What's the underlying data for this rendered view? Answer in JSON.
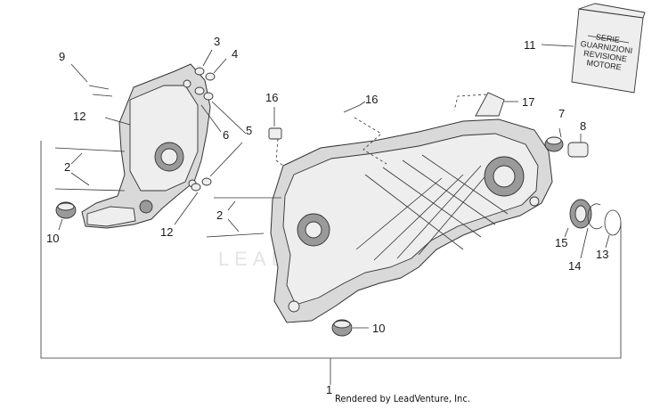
{
  "diagram": {
    "callouts": {
      "c1": "1",
      "c2a": "2",
      "c2b": "2",
      "c3": "3",
      "c4": "4",
      "c5": "5",
      "c6": "6",
      "c7": "7",
      "c8": "8",
      "c9": "9",
      "c10a": "10",
      "c10b": "10",
      "c11": "11",
      "c12a": "12",
      "c12b": "12",
      "c13": "13",
      "c14": "14",
      "c15": "15",
      "c16a": "16",
      "c16b": "16",
      "c17": "17"
    },
    "gasket_bag_text": [
      "SERIE",
      "GUARNIZIONI",
      "REVISIONE",
      "MOTORE"
    ],
    "watermark": "LEADVENTURE",
    "credit": "Rendered by LeadVenture, Inc."
  }
}
